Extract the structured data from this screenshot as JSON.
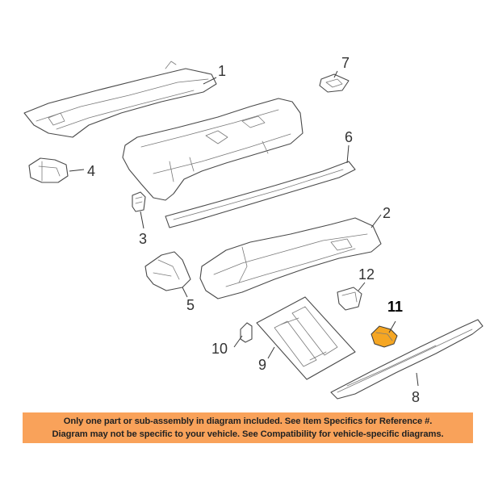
{
  "callouts": [
    {
      "id": "1",
      "highlight": false
    },
    {
      "id": "2",
      "highlight": false
    },
    {
      "id": "3",
      "highlight": false
    },
    {
      "id": "4",
      "highlight": false
    },
    {
      "id": "5",
      "highlight": false
    },
    {
      "id": "6",
      "highlight": false
    },
    {
      "id": "7",
      "highlight": false
    },
    {
      "id": "8",
      "highlight": false
    },
    {
      "id": "9",
      "highlight": false
    },
    {
      "id": "10",
      "highlight": false
    },
    {
      "id": "11",
      "highlight": true
    },
    {
      "id": "12",
      "highlight": false
    }
  ],
  "disclaimer": {
    "line1": "Only one part or sub-assembly in diagram included. See Item Specifics for Reference #.",
    "line2": "Diagram may not be specific to your vehicle. See Compatibility for vehicle-specific diagrams."
  },
  "colors": {
    "highlight_part": "#f5a623",
    "disclaimer_bg": "#f9a25a",
    "line": "#4a4a4a"
  }
}
